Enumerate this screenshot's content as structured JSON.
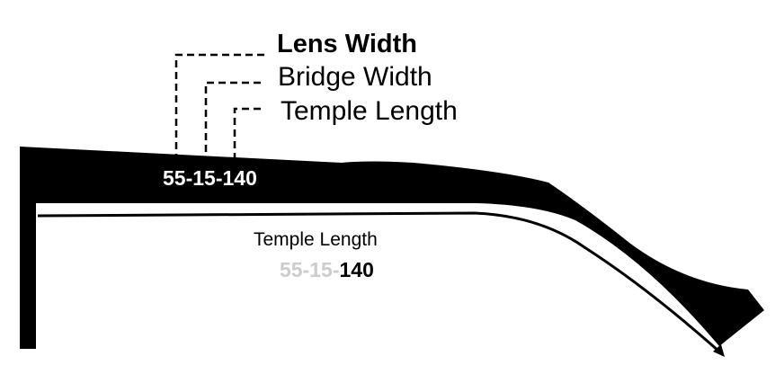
{
  "labels": {
    "lens_width": "Lens Width",
    "bridge_width": "Bridge Width",
    "temple_length": "Temple Length"
  },
  "arm_code": "55-15-140",
  "caption": {
    "title": "Temple Length",
    "code_lens": "55-",
    "code_bridge": "15-",
    "code_temple": "140"
  },
  "colors": {
    "ink": "#000000",
    "muted": "#cccccc",
    "paper": "#ffffff"
  }
}
